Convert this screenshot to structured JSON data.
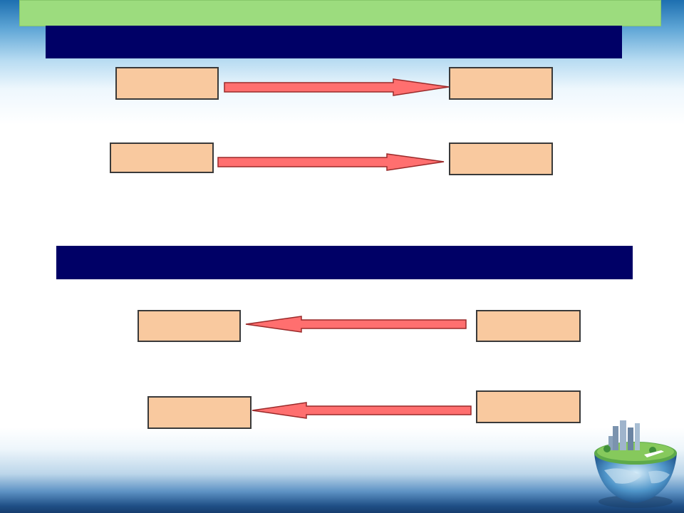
{
  "colors": {
    "header_strip": "#9cdc7e",
    "title_bar": "#000066",
    "box_fill": "#f9c99f",
    "box_border": "#3a3a3a",
    "arrow_fill": "#ff6f6f",
    "arrow_stroke": "#9a2a2a"
  },
  "section_1": {
    "title": "",
    "rows": [
      {
        "left_box": "",
        "right_box": "",
        "direction": "right"
      },
      {
        "left_box": "",
        "right_box": "",
        "direction": "right"
      }
    ]
  },
  "section_2": {
    "title": "",
    "rows": [
      {
        "left_box": "",
        "right_box": "",
        "direction": "left"
      },
      {
        "left_box": "",
        "right_box": "",
        "direction": "left"
      }
    ]
  },
  "decoration": {
    "globe_icon": "globe-city-icon"
  }
}
